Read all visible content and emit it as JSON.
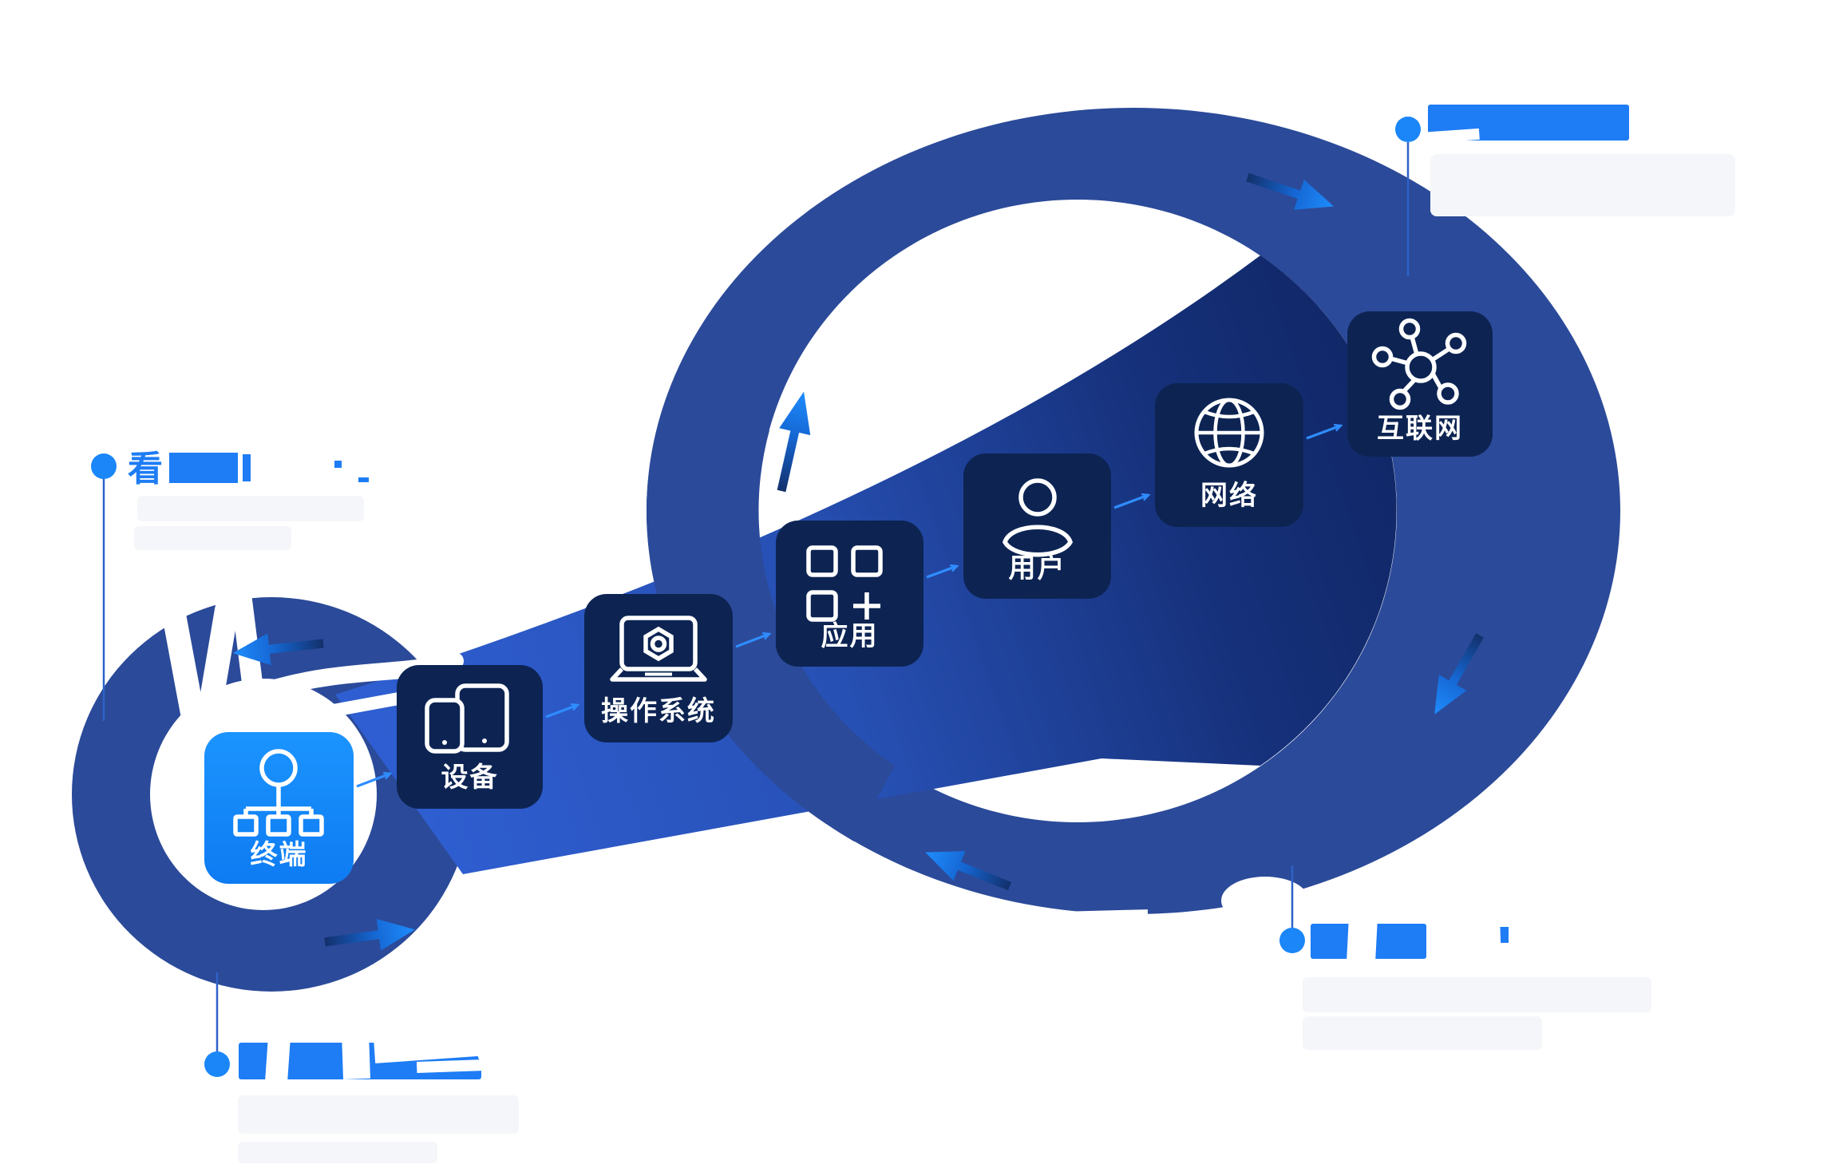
{
  "diagram": {
    "title_obscured": true,
    "nodes": [
      {
        "label": "终端",
        "icon": "endpoint-hierarchy-icon",
        "highlighted": true
      },
      {
        "label": "设备",
        "icon": "devices-icon",
        "highlighted": false
      },
      {
        "label": "操作系统",
        "icon": "laptop-os-icon",
        "highlighted": false
      },
      {
        "label": "应用",
        "icon": "apps-grid-plus-icon",
        "highlighted": false
      },
      {
        "label": "用户",
        "icon": "user-icon",
        "highlighted": false
      },
      {
        "label": "网络",
        "icon": "globe-network-icon",
        "highlighted": false
      },
      {
        "label": "互联网",
        "icon": "internet-hub-icon",
        "highlighted": false
      }
    ],
    "callouts": {
      "left": {
        "visible_fragment": "看",
        "title_obscured": true,
        "description_obscured": true,
        "description_lines": 2
      },
      "top_right": {
        "visible_fragment": "",
        "title_obscured": true,
        "description_obscured": true,
        "description_lines": 2
      },
      "bottom_left": {
        "visible_fragment": "",
        "title_obscured": true,
        "description_obscured": true,
        "description_lines": 2
      },
      "bottom_right": {
        "visible_fragment": "",
        "title_obscured": true,
        "description_obscured": true,
        "description_lines": 2
      }
    },
    "colors": {
      "ring": "#2b4a99",
      "band_bright": "#2f5fd3",
      "band_dark": "#0c2057",
      "node_dark": "#0d2453",
      "node_highlight": "#1487fa",
      "flow_accent": "#1e8bfc",
      "thin_arrow": "#2f8dff",
      "callout_dot": "#1a86f8",
      "callout_title_bar": "#1e7cf5",
      "covered_text_block": "#f5f6f9"
    },
    "flow_direction": "infinity-loop-clockwise"
  }
}
